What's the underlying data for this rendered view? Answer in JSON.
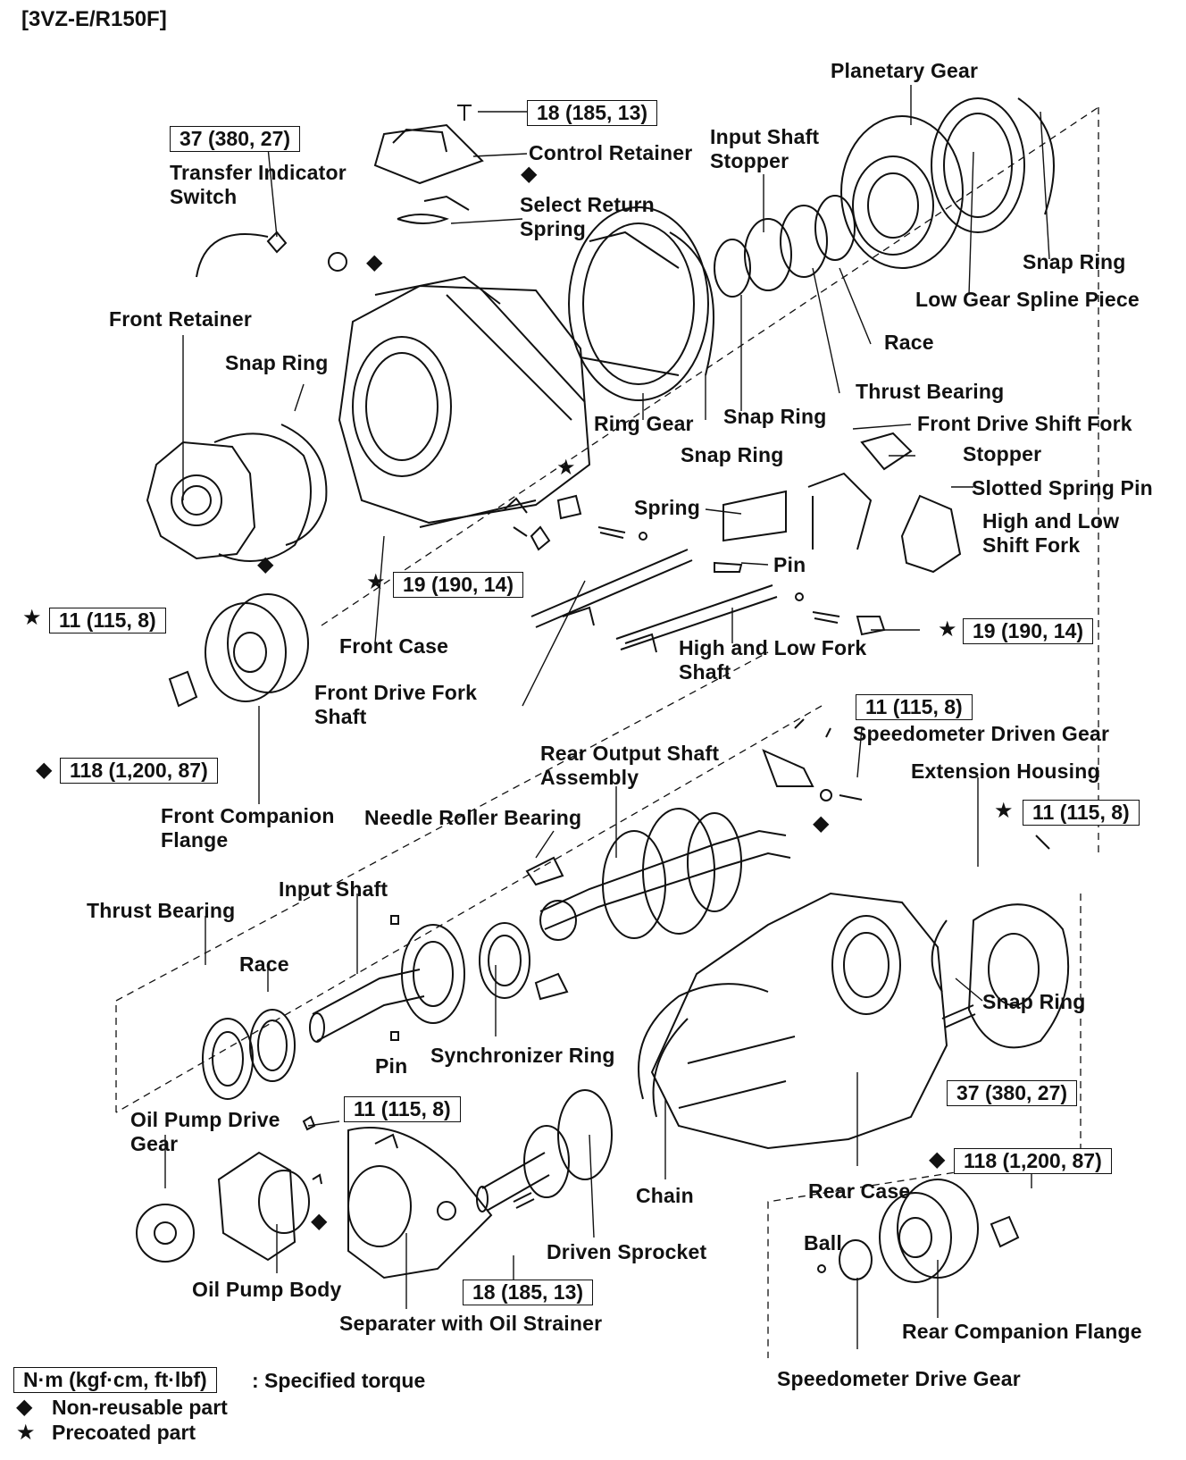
{
  "header": "[3VZ-E/R150F]",
  "labels": {
    "planetary_gear": "Planetary Gear",
    "control_retainer": "Control Retainer",
    "input_shaft_stopper": "Input Shaft\nStopper",
    "transfer_indicator_switch": "Transfer Indicator\nSwitch",
    "select_return_spring": "Select Return\nSpring",
    "snap_ring_1": "Snap Ring",
    "low_gear_spline_piece": "Low Gear Spline Piece",
    "race_1": "Race",
    "front_retainer": "Front Retainer",
    "snap_ring_2": "Snap Ring",
    "thrust_bearing_1": "Thrust Bearing",
    "front_drive_shift_fork": "Front Drive Shift Fork",
    "ring_gear": "Ring Gear",
    "snap_ring_3": "Snap Ring",
    "snap_ring_4": "Snap Ring",
    "stopper": "Stopper",
    "slotted_spring_pin": "Slotted Spring Pin",
    "spring": "Spring",
    "high_low_shift_fork": "High and Low\nShift Fork",
    "pin_1": "Pin",
    "front_case": "Front Case",
    "high_low_fork_shaft": "High and Low Fork\nShaft",
    "front_drive_fork_shaft": "Front Drive Fork\nShaft",
    "speedometer_driven_gear": "Speedometer Driven Gear",
    "rear_output_shaft_assembly": "Rear Output Shaft\nAssembly",
    "extension_housing": "Extension Housing",
    "front_companion_flange": "Front Companion\nFlange",
    "needle_roller_bearing": "Needle Roller Bearing",
    "thrust_bearing_2": "Thrust Bearing",
    "input_shaft": "Input Shaft",
    "race_2": "Race",
    "snap_ring_5": "Snap Ring",
    "pin_2": "Pin",
    "synchronizer_ring": "Synchronizer Ring",
    "oil_pump_drive_gear": "Oil Pump Drive\nGear",
    "chain": "Chain",
    "rear_case": "Rear Case",
    "driven_sprocket": "Driven Sprocket",
    "ball": "Ball",
    "oil_pump_body": "Oil Pump Body",
    "separater": "Separater with Oil Strainer",
    "rear_companion_flange": "Rear Companion Flange",
    "speedometer_drive_gear": "Speedometer Drive Gear"
  },
  "torques": {
    "t_18_top": "18 (185, 13)",
    "t_37_top": "37 (380, 27)",
    "t_19_left": "19 (190, 14)",
    "t_11_left": "11 (115, 8)",
    "t_19_right": "19 (190, 14)",
    "t_11_speedo": "11 (115, 8)",
    "t_118_front": "118 (1,200, 87)",
    "t_11_ext": "11 (115, 8)",
    "t_11_pump": "11 (115, 8)",
    "t_37_rear": "37 (380, 27)",
    "t_118_rear": "118 (1,200, 87)",
    "t_18_bottom": "18 (185, 13)"
  },
  "legend": {
    "torque_box": "N·m (kgf·cm, ft·lbf)",
    "torque_text": ": Specified torque",
    "nonreusable_text": "Non-reusable part",
    "precoated_text": "Precoated part",
    "diamond_symbol": "◆",
    "star_symbol": "★"
  }
}
